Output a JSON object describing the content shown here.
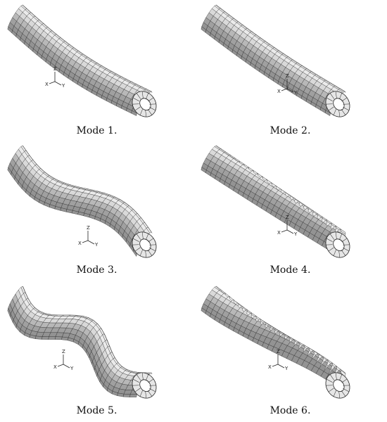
{
  "modes": [
    {
      "caption": "Mode 1.",
      "shape": "bend",
      "amp": 10,
      "periods": 0.5,
      "twist": 0
    },
    {
      "caption": "Mode 2.",
      "shape": "bend",
      "amp": 4,
      "periods": 0.5,
      "twist": 0
    },
    {
      "caption": "Mode 3.",
      "shape": "bend",
      "amp": 14,
      "periods": 1.0,
      "twist": 0
    },
    {
      "caption": "Mode 4.",
      "shape": "torsion",
      "amp": 0,
      "periods": 0,
      "twist": 1
    },
    {
      "caption": "Mode 5.",
      "shape": "bend",
      "amp": 16,
      "periods": 1.5,
      "twist": 0
    },
    {
      "caption": "Mode 6.",
      "shape": "torsion",
      "amp": 3,
      "periods": 1.0,
      "twist": 2
    }
  ],
  "axes": {
    "z": "Z",
    "x": "X",
    "y": "Y"
  },
  "colors": {
    "mesh": "#222222",
    "fill_light": "#f3f3f3",
    "fill_dark": "#9a9a9a"
  }
}
